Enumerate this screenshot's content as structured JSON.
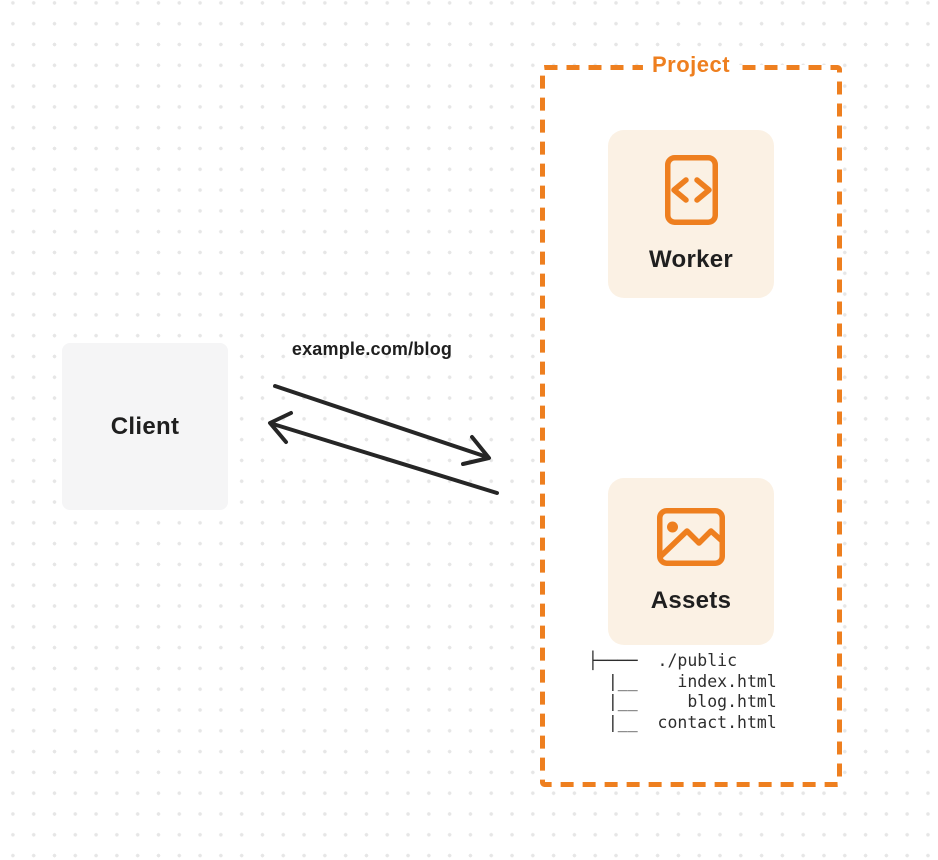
{
  "client": {
    "label": "Client"
  },
  "request": {
    "label": "example.com/blog"
  },
  "project": {
    "label": "Project",
    "worker": {
      "label": "Worker",
      "icon": "code-file-icon"
    },
    "assets": {
      "label": "Assets",
      "icon": "image-icon"
    },
    "file_tree": {
      "lines": [
        "├────  ./public",
        "  |__    index.html",
        "  |__     blog.html",
        "  |__  contact.html"
      ]
    }
  },
  "colors": {
    "accent_orange": "#EE7F1F",
    "node_fill": "#FBF1E4",
    "client_fill": "#F5F5F6",
    "ink": "#1F1F1F",
    "arrow": "#262626",
    "dot": "#E6E6E6",
    "tree_ink": "#2E2E2E"
  }
}
